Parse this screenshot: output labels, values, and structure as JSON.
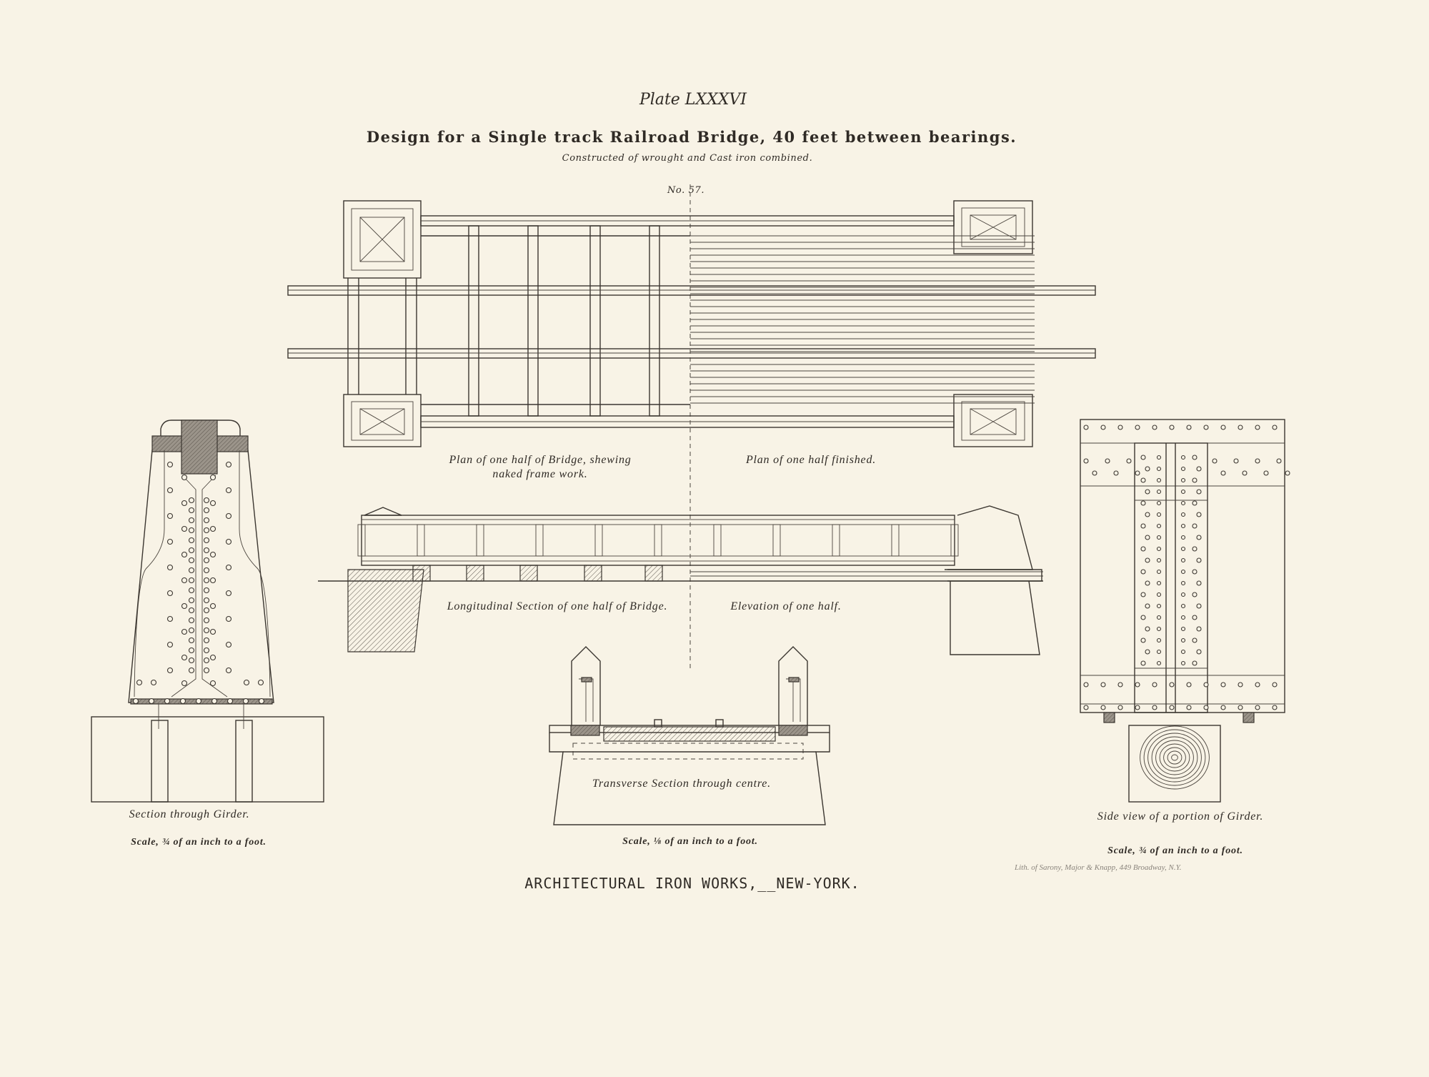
{
  "plate": {
    "plate_number": "Plate LXXXVI",
    "title": "Design for a Single track Railroad Bridge, 40 feet between bearings.",
    "subtitle": "Constructed of wrought and Cast iron combined.",
    "design_number": "No. 57."
  },
  "captions": {
    "plan_naked_line1": "Plan of one half of Bridge, shewing",
    "plan_naked_line2": "naked frame work.",
    "plan_finished": "Plan of one half finished.",
    "longitudinal_section": "Longitudinal Section of one half of Bridge.",
    "elevation": "Elevation of one half.",
    "section_girder": "Section through Girder.",
    "section_girder_scale": "Scale, ¾ of an inch to a foot.",
    "transverse_section": "Transverse Section through centre.",
    "transverse_scale": "Scale, ⅛ of an inch to a foot.",
    "side_view": "Side view of a portion of Girder.",
    "side_view_scale": "Scale, ¾ of an inch to a foot."
  },
  "footer": {
    "publisher": "ARCHITECTURAL IRON WORKS,__NEW-YORK.",
    "lithographer": "Lith. of Sarony, Major & Knapp, 449 Broadway, N.Y."
  },
  "colors": {
    "paper": "#f8f3e6",
    "ink": "#3b3630"
  }
}
